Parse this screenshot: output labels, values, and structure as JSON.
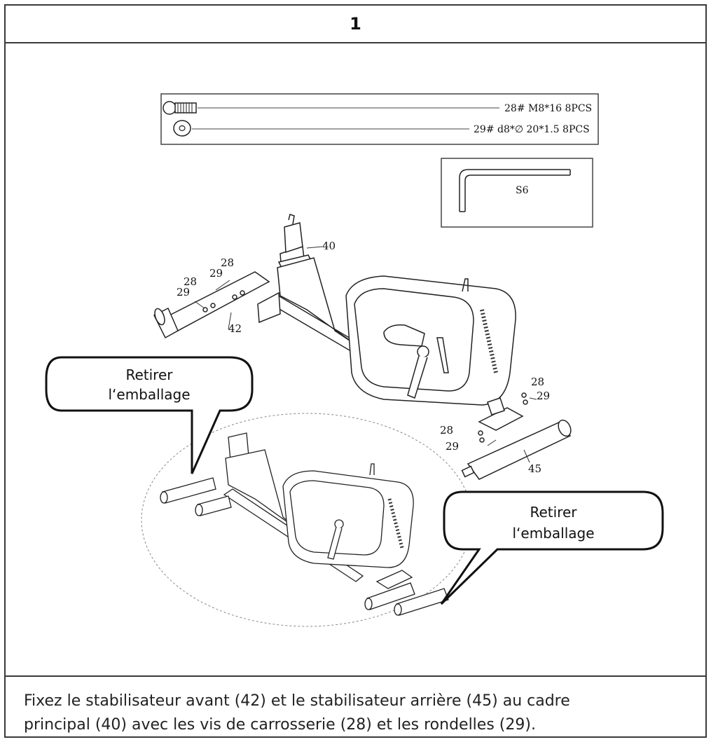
{
  "step": {
    "number": "1"
  },
  "hardware": {
    "bolt": {
      "icon": "carriage-bolt-icon",
      "label": "28#  M8*16 8PCS"
    },
    "washer": {
      "icon": "washer-icon",
      "label": "29# d8*∅ 20*1.5 8PCS"
    },
    "tool": {
      "icon": "allen-key-icon",
      "label": "S6"
    }
  },
  "parts": {
    "main_frame": "40",
    "front_stabilizer": "42",
    "rear_stabilizer": "45",
    "bolt": "28",
    "washer": "29"
  },
  "callouts": {
    "left": {
      "line1": "Retirer",
      "line2": "l‘emballage"
    },
    "right": {
      "line1": "Retirer",
      "line2": "l‘emballage"
    }
  },
  "instruction": {
    "line1": "Fixez le stabilisateur avant (42) et le stabilisateur arrière (45) au cadre",
    "line2": "principal (40) avec les vis de carrosserie (28) et les rondelles (29)."
  }
}
